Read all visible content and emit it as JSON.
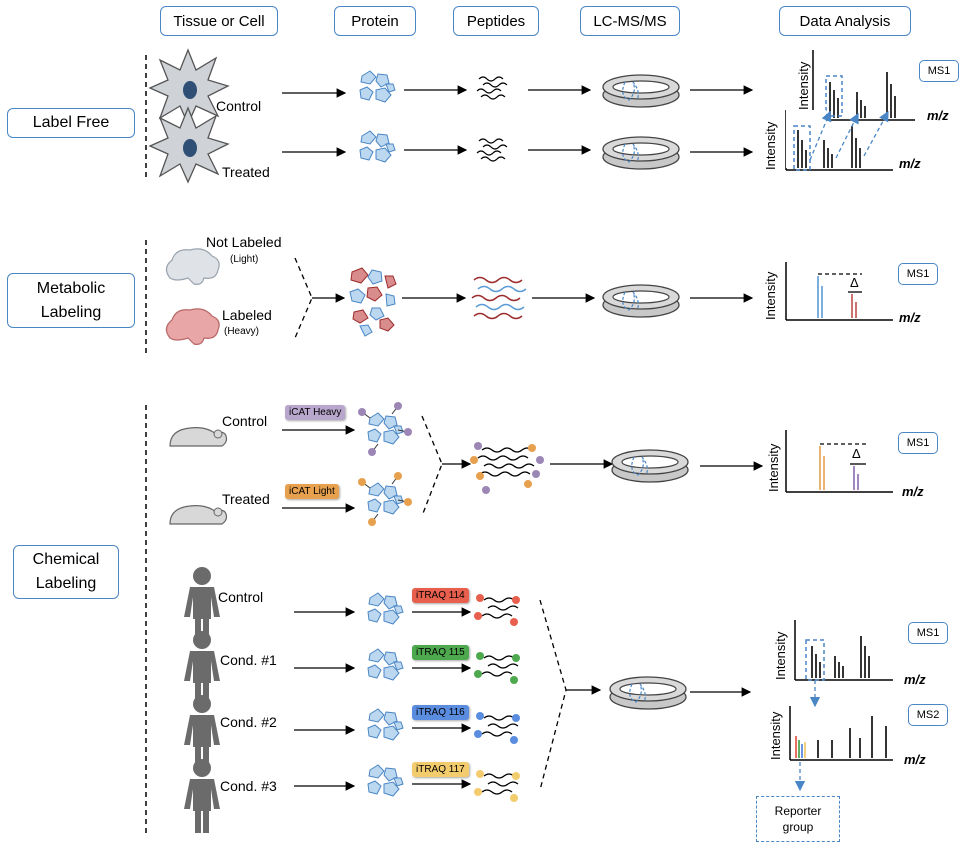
{
  "headers": [
    "Tissue or Cell",
    "Protein",
    "Peptides",
    "LC-MS/MS",
    "Data Analysis"
  ],
  "methods": {
    "label_free": [
      "Label Free"
    ],
    "metabolic": [
      "Metabolic",
      "Labeling"
    ],
    "chemical": [
      "Chemical",
      "Labeling"
    ]
  },
  "samples": {
    "control": "Control",
    "treated": "Treated",
    "not_labeled": "Not Labeled",
    "light": "(Light)",
    "labeled": "Labeled",
    "heavy": "(Heavy)",
    "cond1": "Cond. #1",
    "cond2": "Cond. #2",
    "cond3": "Cond. #3"
  },
  "reagents": {
    "icat_heavy": "iCAT Heavy",
    "icat_light": "iCAT Light",
    "itraq114": "iTRAQ 114",
    "itraq115": "iTRAQ 115",
    "itraq116": "iTRAQ 116",
    "itraq117": "iTRAQ 117"
  },
  "spectra": {
    "ms1": "MS1",
    "ms2": "MS2",
    "intensity": "Intensity",
    "mz": "m/z",
    "delta": "Δ",
    "reporter": [
      "Reporter",
      "group"
    ]
  },
  "colors": {
    "border_blue": "#4a86c5",
    "protein_blue": "#bcd8f0",
    "protein_red": "#d98c8c",
    "peptide_red": "#9c2b2b",
    "peptide_blue": "#5b9bd5",
    "icat_heavy": "#b9a6cc",
    "icat_light": "#e6a04e",
    "itraq114": "#e8604d",
    "itraq115": "#4ea84e",
    "itraq116": "#5a8de0",
    "itraq117": "#f3cc6e"
  }
}
